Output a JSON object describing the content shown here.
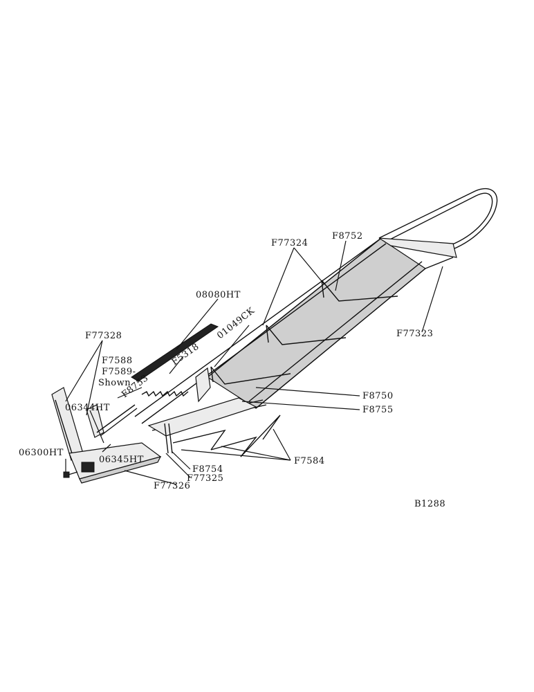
{
  "labels": {
    "part_f77324": "F77324",
    "part_f8752": "F8752",
    "part_08080ht": "08080HT",
    "part_01049ck": "01049CK",
    "part_f77323": "F77323",
    "part_f77328": "F77328",
    "part_f7588": "F7588",
    "part_f7589": "F7589-",
    "part_shown": "Shown",
    "part_f5318": "F5318",
    "part_f8753": "F8753",
    "part_06344ht": "06344HT",
    "part_f8750": "F8750",
    "part_f8755": "F8755",
    "part_06300ht": "06300HT",
    "part_06345ht": "06345HT",
    "part_f7584": "F7584",
    "part_f8754": "F8754",
    "part_f77325": "F77325",
    "part_f77326": "F77326",
    "figure_id": "B1288"
  }
}
